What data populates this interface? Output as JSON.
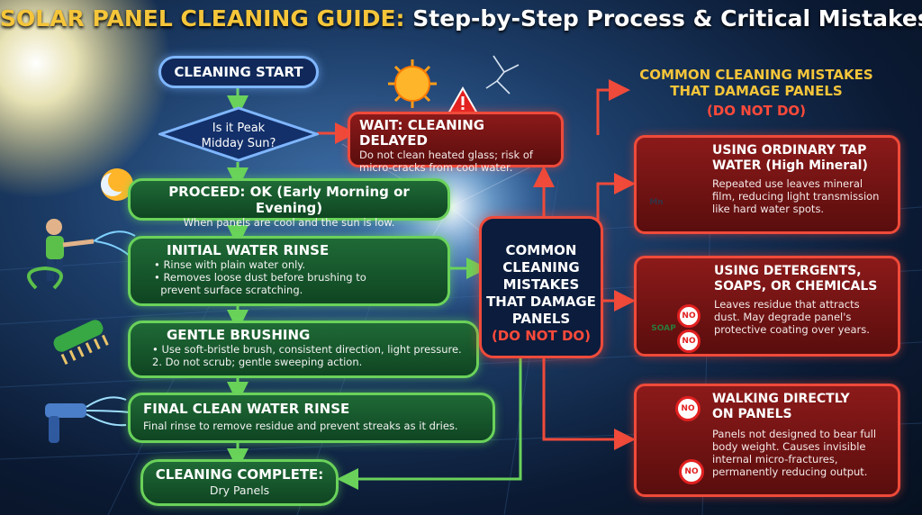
{
  "title": {
    "highlight": "SOLAR PANEL CLEANING GUIDE:",
    "rest": " Step-by-Step Process & Critical Mistakes"
  },
  "flow": {
    "start": "CLEANING START",
    "decision": [
      "Is it Peak",
      "Midday Sun?"
    ],
    "wait": {
      "title": "WAIT: CLEANING DELAYED",
      "lines": [
        "Do not clean heated glass; risk of",
        "micro-cracks from cool water."
      ]
    },
    "proceed": {
      "title": "PROCEED: OK (Early Morning or Evening)",
      "text": "When panels are cool and the sun is low."
    },
    "rinse": {
      "title": "INITIAL WATER RINSE",
      "lines": [
        "• Rinse with plain water only.",
        "• Removes loose dust before brushing to",
        "  prevent surface scratching."
      ]
    },
    "brushing": {
      "title": "GENTLE BRUSHING",
      "lines": [
        "• Use soft-bristle brush, consistent direction, light pressure.",
        "2. Do not scrub; gentle sweeping action."
      ]
    },
    "final": {
      "title": "FINAL CLEAN WATER RINSE",
      "text": "Final rinse to remove residue and prevent streaks as it dries."
    },
    "complete": {
      "title": "CLEANING COMPLETE:",
      "text": "Dry Panels"
    }
  },
  "center_box": {
    "lines": [
      "COMMON",
      "CLEANING",
      "MISTAKES",
      "THAT DAMAGE",
      "PANELS"
    ],
    "warn": "(DO NOT DO)"
  },
  "mistakes_header": {
    "lines": [
      "COMMON CLEANING MISTAKES",
      "THAT DAMAGE PANELS"
    ],
    "warn": "(DO NOT DO)"
  },
  "mistakes": [
    {
      "title": [
        "USING ORDINARY TAP",
        "WATER (High Mineral)"
      ],
      "lines": [
        "Repeated use leaves mineral",
        "film, reducing light transmission",
        "like hard water spots."
      ],
      "mineral": "Mn"
    },
    {
      "title": [
        "USING DETERGENTS,",
        "SOAPS, OR CHEMICALS"
      ],
      "lines": [
        "Leaves residue that attracts",
        "dust. May degrade panel's",
        "protective coating over years."
      ],
      "soap": "SOAP",
      "no": "NO"
    },
    {
      "title": [
        "WALKING DIRECTLY",
        "ON PANELS"
      ],
      "lines": [
        "Panels not designed to bear full",
        "body weight. Causes invisible",
        "internal micro-fractures,",
        "permanently reducing output."
      ],
      "no": "NO"
    }
  ],
  "colors": {
    "green": "#6ad25a",
    "red": "#ef4a3a",
    "gold": "#f5c53a"
  }
}
